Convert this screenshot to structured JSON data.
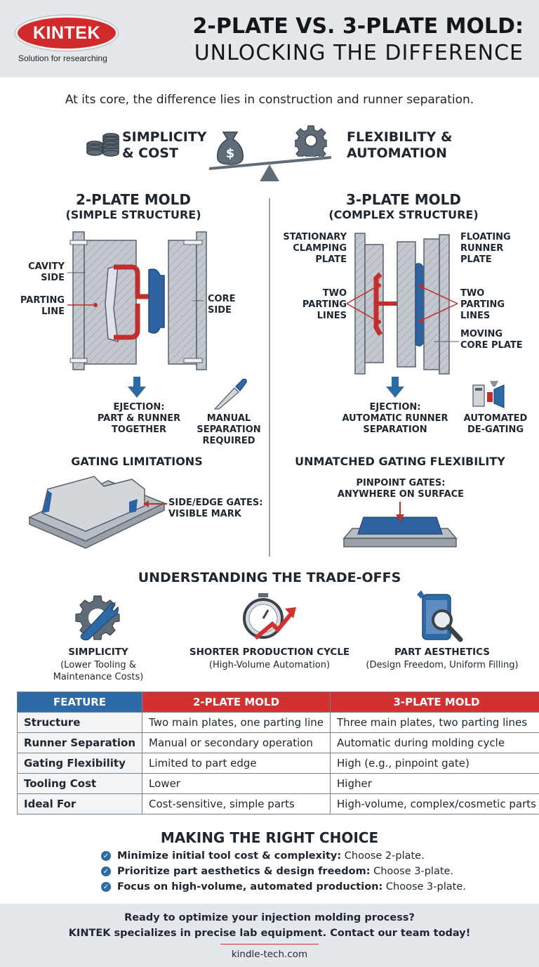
{
  "header": {
    "logo_text": "KINTEK",
    "logo_tagline": "Solution for researching",
    "title_line1": "2-PLATE VS. 3-PLATE MOLD:",
    "title_line2": "UNLOCKING THE DIFFERENCE"
  },
  "intro": "At its core, the difference lies in construction and runner separation.",
  "balance": {
    "left_line1": "SIMPLICITY",
    "left_line2": "& COST",
    "right_line1": "FLEXIBILITY &",
    "right_line2": "AUTOMATION"
  },
  "two_plate": {
    "title": "2-PLATE MOLD",
    "subtitle": "(SIMPLE STRUCTURE)",
    "labels": {
      "cavity_1": "CAVITY",
      "cavity_2": "SIDE",
      "parting_1": "PARTING",
      "parting_2": "LINE",
      "core_1": "CORE",
      "core_2": "SIDE"
    },
    "ejection": [
      "EJECTION:",
      "PART & RUNNER",
      "TOGETHER"
    ],
    "manual": [
      "MANUAL",
      "SEPARATION",
      "REQUIRED"
    ],
    "gating_title": "GATING LIMITATIONS",
    "gate_note": [
      "SIDE/EDGE GATES:",
      "VISIBLE MARK"
    ]
  },
  "three_plate": {
    "title": "3-PLATE MOLD",
    "subtitle": "(COMPLEX STRUCTURE)",
    "labels": {
      "stationary": [
        "STATIONARY",
        "CLAMPING",
        "PLATE"
      ],
      "floating": [
        "FLOATING",
        "RUNNER",
        "PLATE"
      ],
      "two_parting_left": [
        "TWO",
        "PARTING",
        "LINES"
      ],
      "two_parting_right": [
        "TWO",
        "PARTING",
        "LINES"
      ],
      "moving": [
        "MOVING",
        "CORE PLATE"
      ]
    },
    "ejection": [
      "EJECTION:",
      "AUTOMATIC RUNNER",
      "SEPARATION"
    ],
    "degating": [
      "AUTOMATED",
      "DE-GATING"
    ],
    "gating_title": "UNMATCHED GATING FLEXIBILITY",
    "gate_note": [
      "PINPOINT GATES:",
      "ANYWHERE ON SURFACE"
    ]
  },
  "tradeoffs": {
    "title": "UNDERSTANDING THE TRADE-OFFS",
    "items": [
      {
        "title": "SIMPLICITY",
        "sub1": "(Lower Tooling &",
        "sub2": "Maintenance Costs)",
        "icon": "wrench-gear-icon"
      },
      {
        "title": "SHORTER PRODUCTION CYCLE",
        "sub1": "(High-Volume Automation)",
        "sub2": "",
        "icon": "stopwatch-growth-icon"
      },
      {
        "title": "PART AESTHETICS",
        "sub1": "(Design Freedom, Uniform Filling)",
        "sub2": "",
        "icon": "phone-magnifier-icon"
      }
    ]
  },
  "table": {
    "headers": [
      "FEATURE",
      "2-PLATE MOLD",
      "3-PLATE MOLD"
    ],
    "rows": [
      [
        "Structure",
        "Two main plates, one parting line",
        "Three main plates, two parting lines"
      ],
      [
        "Runner Separation",
        "Manual or secondary operation",
        "Automatic during molding cycle"
      ],
      [
        "Gating Flexibility",
        "Limited to part edge",
        "High (e.g., pinpoint gate)"
      ],
      [
        "Tooling Cost",
        "Lower",
        "Higher"
      ],
      [
        "Ideal For",
        "Cost-sensitive, simple parts",
        "High-volume, complex/cosmetic parts"
      ]
    ]
  },
  "choice": {
    "title": "MAKING THE RIGHT CHOICE",
    "items": [
      {
        "bold": "Minimize initial tool cost & complexity:",
        "rest": " Choose 2-plate."
      },
      {
        "bold": "Prioritize part aesthetics & design freedom:",
        "rest": " Choose 3-plate."
      },
      {
        "bold": "Focus on high-volume, automated production:",
        "rest": " Choose 3-plate."
      }
    ]
  },
  "footer": {
    "line1": "Ready to optimize your injection molding process?",
    "line2": "KINTEK specializes in precise lab equipment. Contact our team today!",
    "url": "kindle-tech.com"
  },
  "colors": {
    "accent_red": "#d13131",
    "accent_blue": "#2e6aa6",
    "plate_gray": "#c3c8ce",
    "header_bg": "#e4e8ed"
  }
}
